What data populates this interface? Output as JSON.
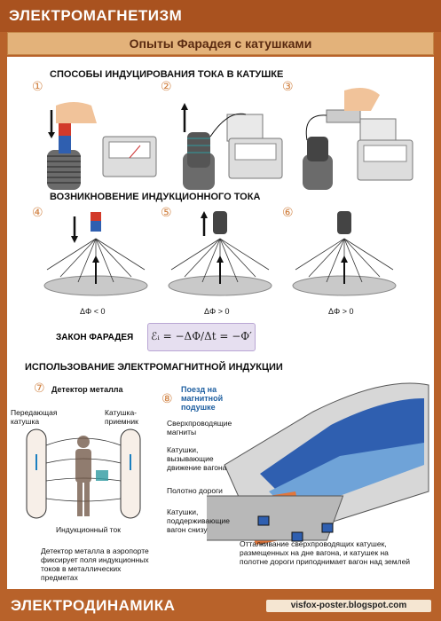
{
  "header": {
    "title": "ЭЛЕКТРОМАГНЕТИЗМ"
  },
  "subtitle": "Опыты Фарадея с катушками",
  "section1": {
    "title": "СПОСОБЫ ИНДУЦИРОВАНИЯ ТОКА В КАТУШКЕ",
    "nums": [
      "①",
      "②",
      "③"
    ]
  },
  "section2": {
    "title": "ВОЗНИКНОВЕНИЕ ИНДУКЦИОННОГО ТОКА",
    "nums": [
      "④",
      "⑤",
      "⑥"
    ],
    "phi": [
      "ΔΦ < 0",
      "ΔΦ > 0",
      "ΔΦ > 0"
    ]
  },
  "law": {
    "label": "ЗАКОН ФАРАДЕЯ",
    "formula": "ℰᵢ = −ΔΦ/Δt = −Φ′"
  },
  "section3": {
    "title": "ИСПОЛЬЗОВАНИЕ ЭЛЕКТРОМАГНИТНОЙ ИНДУКЦИИ"
  },
  "detector": {
    "num": "⑦",
    "title": "Детектор металла",
    "tx": "Передающая катушка",
    "rx": "Катушка-приемник",
    "ind": "Индукционный ток",
    "desc": "Детектор металла в аэропорте фиксирует поля индукционных токов в металлических предметах"
  },
  "train": {
    "num": "⑧",
    "title": "Поезд на магнитной подушке",
    "l1": "Сверхпроводящие магниты",
    "l2": "Катушки, вызывающие движение вагона",
    "l3": "Полотно дороги",
    "l4": "Катушки, поддерживающие вагон снизу",
    "desc": "Отталкивание сверхпроводящих катушек, размещенных на дне вагона, и катушек на полотне дороги приподнимает вагон над землей"
  },
  "footer": {
    "title": "ЭЛЕКТРОДИНАМИКА",
    "url": "visfox-poster.blogspot.com"
  },
  "colors": {
    "frame": "#b8622a",
    "accent": "#e3b27a",
    "magnet_n": "#2f5fb0",
    "magnet_s": "#d23a2a"
  }
}
